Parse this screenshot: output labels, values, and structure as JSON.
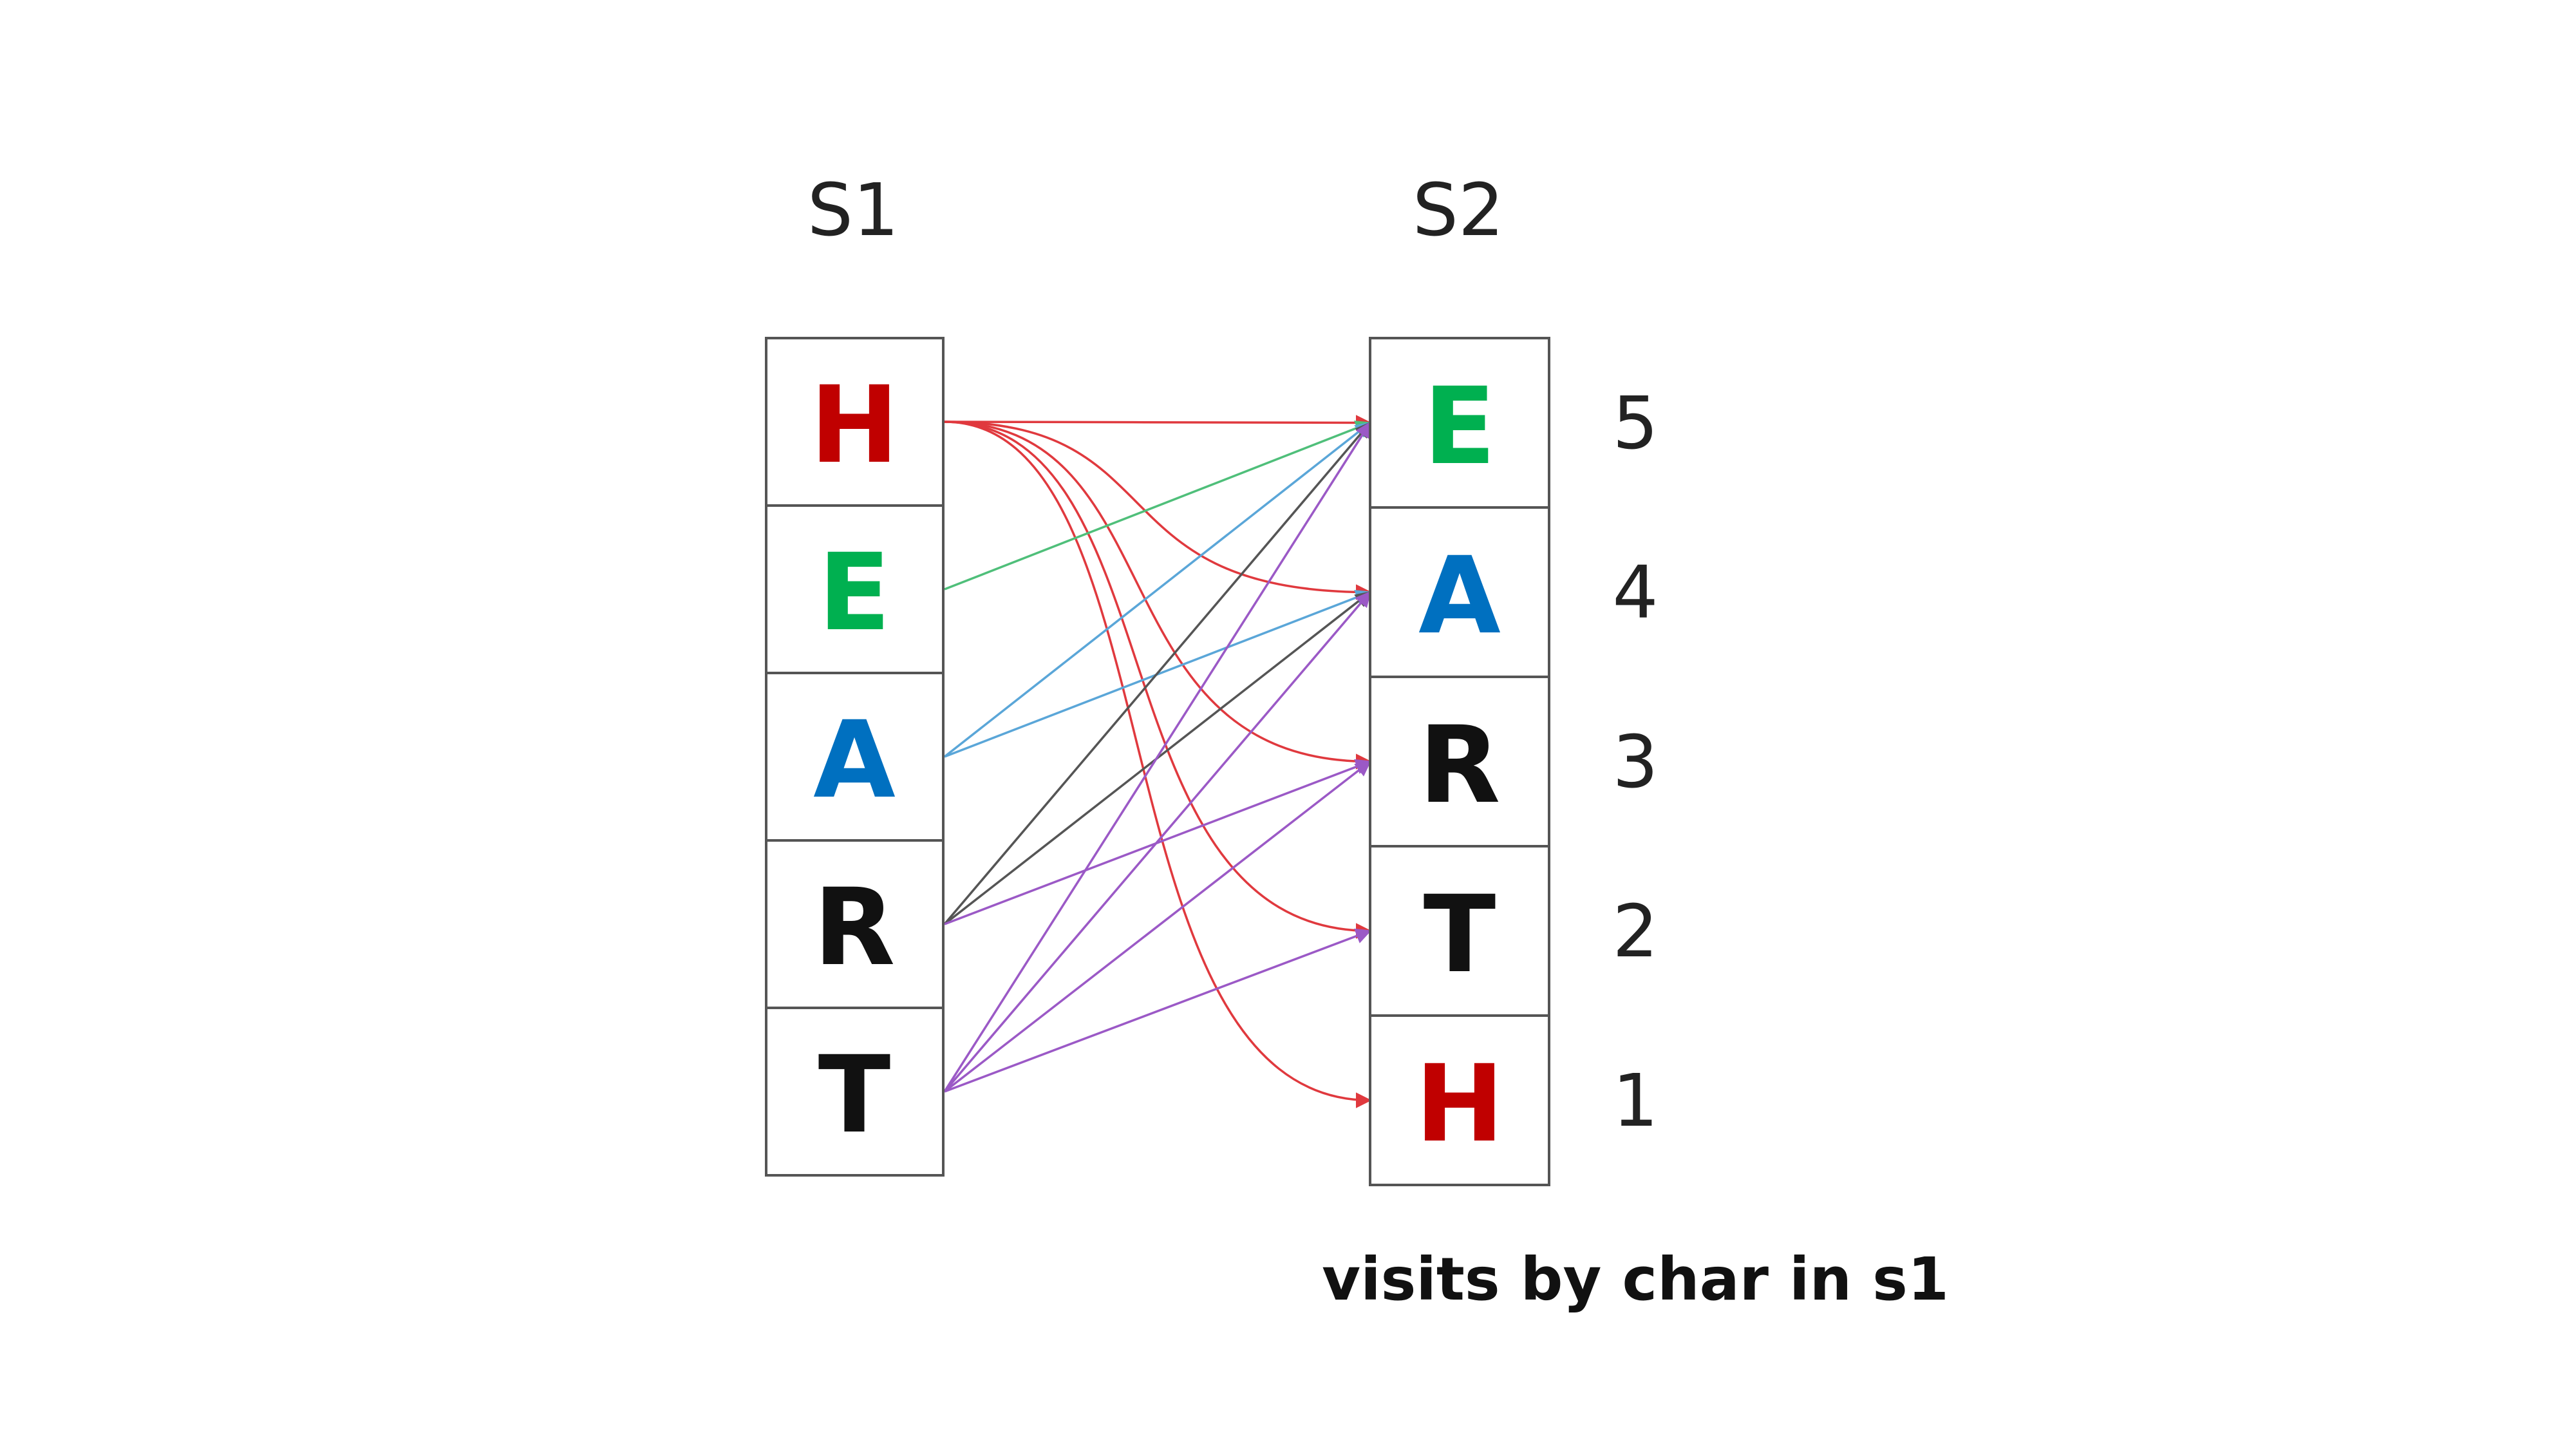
{
  "s1": {
    "label": "S1",
    "letters": [
      "H",
      "E",
      "A",
      "R",
      "T"
    ]
  },
  "s2": {
    "label": "S2",
    "letters": [
      "E",
      "A",
      "R",
      "T",
      "H"
    ],
    "counts": [
      "5",
      "4",
      "3",
      "2",
      "1"
    ]
  },
  "caption": "visits by char in s1",
  "colors": {
    "H": "#c00000",
    "E": "#00b050",
    "A": "#0070c0",
    "R": "#111111",
    "T": "#111111"
  },
  "edges": [
    {
      "from": "H",
      "to": [
        "E",
        "A",
        "R",
        "T",
        "H"
      ],
      "color": "#e0393e"
    },
    {
      "from": "E",
      "to": [
        "E"
      ],
      "color": "#4fbf7a"
    },
    {
      "from": "A",
      "to": [
        "E",
        "A"
      ],
      "color": "#5aa6d8"
    },
    {
      "from": "R",
      "to": [
        "E",
        "A"
      ],
      "color": "#555555"
    },
    {
      "from": "R",
      "to": [
        "R"
      ],
      "color": "#9b59c6"
    },
    {
      "from": "T",
      "to": [
        "E",
        "A",
        "R",
        "T"
      ],
      "color": "#9b59c6"
    }
  ]
}
